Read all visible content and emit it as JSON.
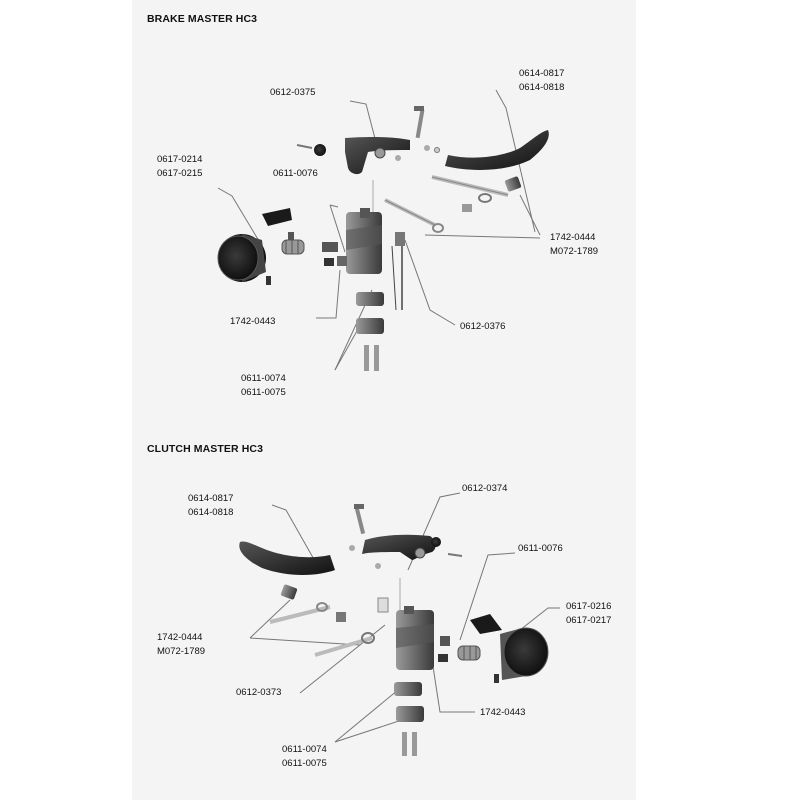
{
  "brake": {
    "title": "BRAKE MASTER HC3",
    "labels": {
      "lever_upper": [
        "0612-0375"
      ],
      "lever": [
        "0614-0817",
        "0614-0818"
      ],
      "reservoir": [
        "0617-0214",
        "0617-0215"
      ],
      "pivot": [
        "0611-0076"
      ],
      "rods": [
        "1742-0444",
        "M072-1789"
      ],
      "hose": [
        "1742-0443"
      ],
      "switch": [
        "0612-0376"
      ],
      "clamp": [
        "0611-0074",
        "0611-0075"
      ]
    }
  },
  "clutch": {
    "title": "CLUTCH MASTER HC3",
    "labels": {
      "lever": [
        "0614-0817",
        "0614-0818"
      ],
      "lever_upper": [
        "0612-0374"
      ],
      "pivot": [
        "0611-0076"
      ],
      "reservoir": [
        "0617-0216",
        "0617-0217"
      ],
      "rods": [
        "1742-0444",
        "M072-1789"
      ],
      "body": [
        "0612-0373"
      ],
      "hose": [
        "1742-0443"
      ],
      "clamp": [
        "0611-0074",
        "0611-0075"
      ]
    }
  },
  "colors": {
    "part_dark": "#2a2a2a",
    "part_mid": "#6a6a6a",
    "part_light": "#b8b8b8",
    "leader": "#777777",
    "sheet": "#f4f4f4"
  }
}
